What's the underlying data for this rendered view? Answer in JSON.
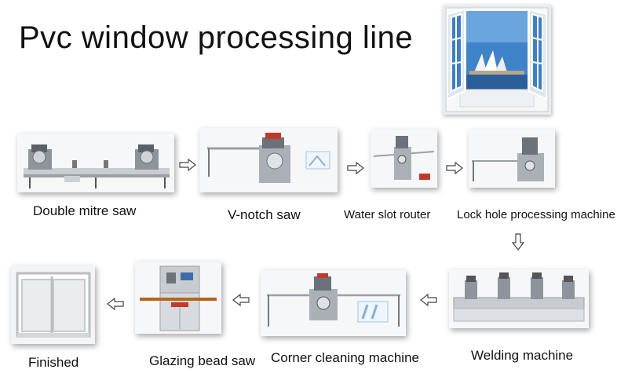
{
  "title": "Pvc window processing line",
  "steps": [
    {
      "label": "Double mitre saw"
    },
    {
      "label": "V-notch saw"
    },
    {
      "label": "Water slot router"
    },
    {
      "label": "Lock hole processing machine"
    },
    {
      "label": "Welding machine"
    },
    {
      "label": "Corner cleaning machine"
    },
    {
      "label": "Glazing bead saw"
    },
    {
      "label": "Finished"
    }
  ],
  "icons": {
    "flow_arrow": "hollow-arrow-icon",
    "window_image": "open-window-sydney-view"
  }
}
